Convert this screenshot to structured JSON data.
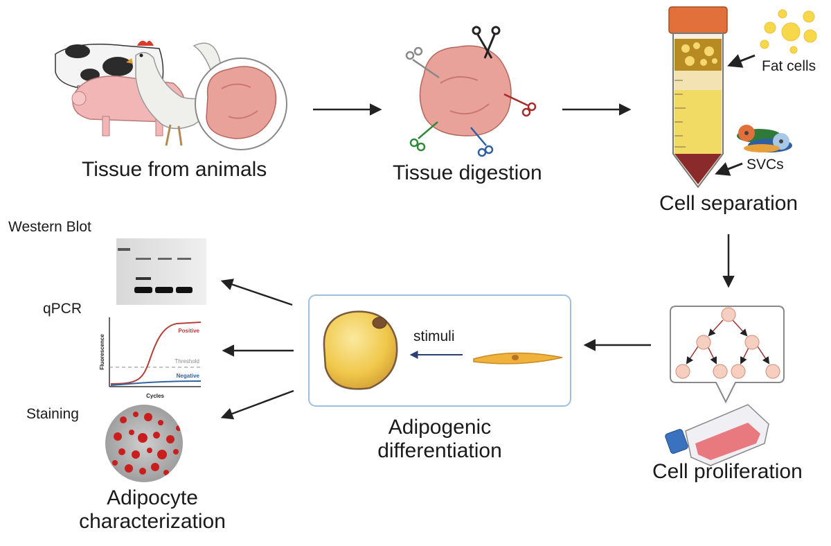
{
  "steps": {
    "tissue_from_animals": "Tissue from animals",
    "tissue_digestion": "Tissue digestion",
    "cell_separation": "Cell separation",
    "cell_proliferation": "Cell proliferation",
    "adipogenic_line1": "Adipogenic",
    "adipogenic_line2": "differentiation",
    "characterization_line1": "Adipocyte",
    "characterization_line2": "characterization"
  },
  "tube_labels": {
    "fat_cells": "Fat cells",
    "svcs": "SVCs"
  },
  "differentiation": {
    "stimuli": "stimuli"
  },
  "assays": {
    "western_blot": "Western Blot",
    "qpcr": "qPCR",
    "staining": "Staining"
  },
  "qpcr_plot": {
    "ylabel": "Fluorescence",
    "xlabel": "Cycles",
    "positive": "Positive",
    "threshold": "Threshold",
    "negative": "Negative"
  },
  "colors": {
    "tissue": "#e8a29a",
    "fat_yellow": "#f2d35a",
    "blood_red": "#8b2a2a",
    "tube_cap": "#e2703a",
    "positive_curve": "#b5403a",
    "negative_curve": "#2f64a0",
    "panel_border": "#9fbfdf",
    "arrow": "#222222"
  }
}
